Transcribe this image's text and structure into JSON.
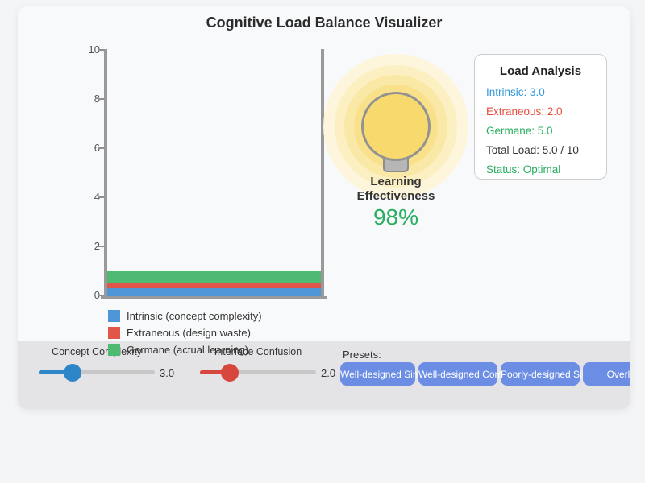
{
  "page": {
    "title": "Cognitive Load Balance Visualizer"
  },
  "chart_data": {
    "type": "bar",
    "variant": "stacked-container-fill",
    "title": "",
    "ylabel": "",
    "ylim": [
      0,
      10
    ],
    "y_ticks": [
      "10",
      "8",
      "6",
      "4",
      "2",
      "0"
    ],
    "grid": false,
    "legend_position": "bottom-left",
    "series": [
      {
        "name": "Intrinsic (concept complexity)",
        "value": 3.0,
        "displayed_fill_units": 0.3,
        "color": "#4e96d8"
      },
      {
        "name": "Extraneous (design waste)",
        "value": 2.0,
        "displayed_fill_units": 0.2,
        "color": "#e2564a"
      },
      {
        "name": "Germane (actual learning)",
        "value": 5.0,
        "displayed_fill_units": 0.5,
        "color": "#4fba72"
      }
    ]
  },
  "legend": {
    "items": [
      {
        "label": "Intrinsic (concept complexity)",
        "color": "#4e96d8"
      },
      {
        "label": "Extraneous (design waste)",
        "color": "#e2564a"
      },
      {
        "label": "Germane (actual learning)",
        "color": "#4fba72"
      }
    ]
  },
  "bulb": {
    "caption_line1": "Learning",
    "caption_line2": "Effectiveness",
    "effectiveness": "98%",
    "value_color": "#27ae60",
    "glow_color": "#f8d96d"
  },
  "analysis": {
    "title": "Load Analysis",
    "items": [
      {
        "label": "Intrinsic: 3.0",
        "color": "#3498db"
      },
      {
        "label": "Extraneous: 2.0",
        "color": "#e74c3c"
      },
      {
        "label": "Germane: 5.0",
        "color": "#27ae60"
      },
      {
        "label": "Total Load: 5.0 / 10",
        "color": "#333333"
      },
      {
        "label": "Status: Optimal",
        "color": "#27ae60"
      }
    ]
  },
  "controls": {
    "sliders": [
      {
        "label": "Concept Complexity",
        "value": "3.0",
        "color": "#2d86c8"
      },
      {
        "label": "Interface Confusion",
        "value": "2.0",
        "color": "#d8473d"
      }
    ],
    "presets_label": "Presets:",
    "preset_buttons": [
      {
        "label": "Well-designed Simple"
      },
      {
        "label": "Well-designed Complex"
      },
      {
        "label": "Poorly-designed Simple"
      },
      {
        "label": "Overload"
      }
    ],
    "button_color": "#6c8de4"
  }
}
